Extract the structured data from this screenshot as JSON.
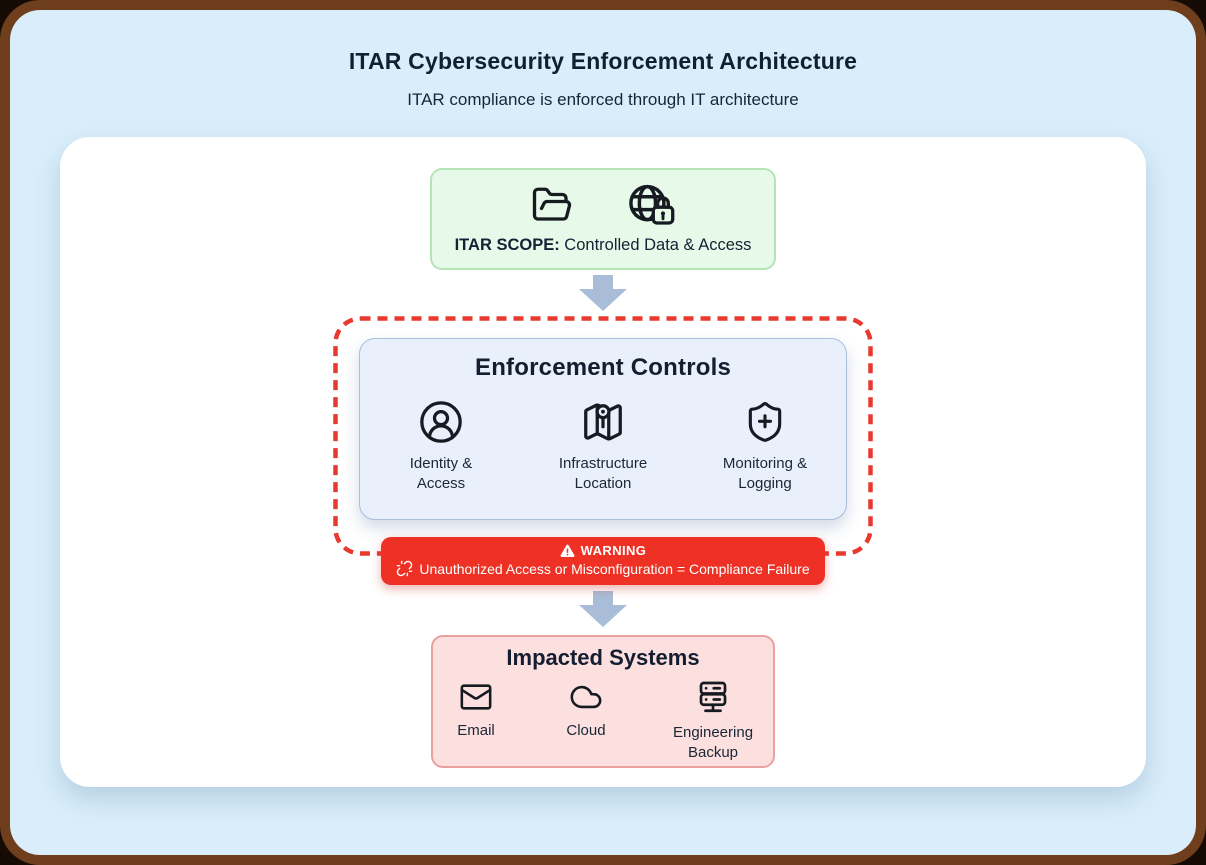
{
  "page": {
    "title": "ITAR Cybersecurity Enforcement Architecture",
    "subtitle": "ITAR compliance is enforced through IT architecture"
  },
  "scope_box": {
    "label_bold": "ITAR SCOPE:",
    "label_rest": " Controlled Data & Access",
    "icons": [
      "open-folder-icon",
      "globe-lock-icon"
    ]
  },
  "enforcement": {
    "title": "Enforcement Controls",
    "items": [
      {
        "icon": "user-circle-icon",
        "label": "Identity &\nAccess"
      },
      {
        "icon": "map-location-icon",
        "label": "Infrastructure\nLocation"
      },
      {
        "icon": "shield-plus-icon",
        "label": "Monitoring &\nLogging"
      }
    ]
  },
  "warning": {
    "title": "WARNING",
    "message": "Unauthorized Access or Misconfiguration = Compliance Failure",
    "icons": [
      "warning-triangle-icon",
      "broken-link-icon"
    ]
  },
  "impacted": {
    "title": "Impacted Systems",
    "items": [
      {
        "icon": "mail-icon",
        "label": "Email"
      },
      {
        "icon": "cloud-icon",
        "label": "Cloud"
      },
      {
        "icon": "server-icon",
        "label": "Engineering\nBackup"
      }
    ]
  },
  "colors": {
    "frame_brown": "#6f3e1d",
    "background_blue": "#d9eefa",
    "panel_white": "#ffffff",
    "scope_green_bg": "#e7f9e8",
    "scope_green_border": "#b5e4b7",
    "controls_blue_bg": "#e9effb",
    "controls_blue_border": "#aabdda",
    "dashed_red": "#e8392f",
    "warning_red": "#ee3124",
    "impacted_pink_bg": "#fcdfdf",
    "impacted_pink_border": "#eba0a0",
    "arrow_blue": "#a9bdd9",
    "text_navy": "#0f2033",
    "icon_stroke": "#161b22"
  }
}
